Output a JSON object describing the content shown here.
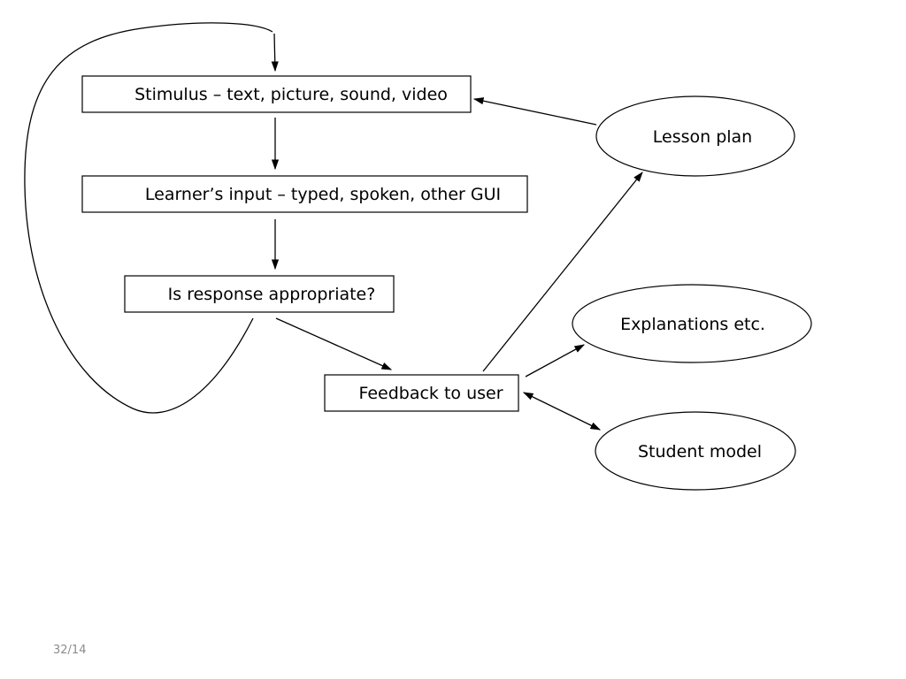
{
  "nodes": {
    "stimulus": {
      "label": "Stimulus – text, picture, sound, video"
    },
    "learner_input": {
      "label": "Learner’s input – typed, spoken, other GUI"
    },
    "is_response": {
      "label": "Is response appropriate?"
    },
    "feedback": {
      "label": "Feedback to user"
    },
    "lesson_plan": {
      "label": "Lesson plan"
    },
    "explanations": {
      "label": "Explanations etc."
    },
    "student_model": {
      "label": "Student model"
    }
  },
  "edges": [
    {
      "from": "loop-start",
      "to": "stimulus",
      "kind": "curve"
    },
    {
      "from": "stimulus",
      "to": "learner_input",
      "kind": "arrow"
    },
    {
      "from": "learner_input",
      "to": "is_response",
      "kind": "arrow"
    },
    {
      "from": "is_response",
      "to": "feedback",
      "kind": "arrow"
    },
    {
      "from": "lesson_plan",
      "to": "stimulus",
      "kind": "arrow"
    },
    {
      "from": "feedback",
      "to": "lesson_plan",
      "kind": "arrow"
    },
    {
      "from": "feedback",
      "to": "explanations",
      "kind": "arrow"
    },
    {
      "from": "feedback",
      "to": "student_model",
      "kind": "bidirectional"
    }
  ],
  "footer": {
    "page_number": "32/14"
  }
}
